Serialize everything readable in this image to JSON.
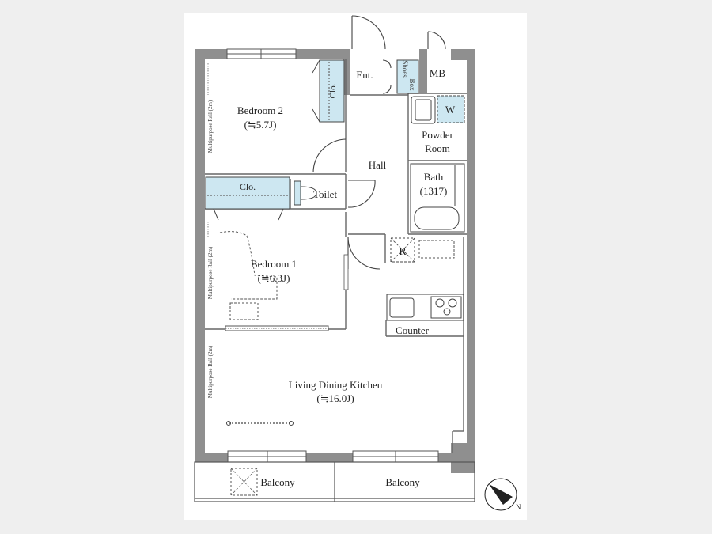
{
  "rooms": {
    "bedroom2": {
      "name": "Bedroom 2",
      "size": "(≒5.7J)"
    },
    "bedroom1": {
      "name": "Bedroom 1",
      "size": "(≒6.3J)"
    },
    "ldk": {
      "name": "Living Dining Kitchen",
      "size": "(≒16.0J)"
    },
    "hall": {
      "name": "Hall"
    },
    "entrance": {
      "name": "Ent."
    },
    "mb": {
      "name": "MB"
    },
    "shoes_box": {
      "line1": "Shoes",
      "line2": "Box"
    },
    "powder_room": {
      "line1": "Powder",
      "line2": "Room"
    },
    "washer": {
      "name": "W"
    },
    "bath": {
      "name": "Bath",
      "size": "(1317)"
    },
    "toilet": {
      "name": "Toilet"
    },
    "closet_b2": {
      "name": "Clo."
    },
    "closet_b1": {
      "name": "Clo."
    },
    "fridge": {
      "name": "R"
    },
    "counter": {
      "name": "Counter"
    },
    "balcony_left": {
      "name": "Balcony"
    },
    "balcony_right": {
      "name": "Balcony"
    }
  },
  "rails": {
    "b2": "Multipurpose Rail (2m)",
    "b1": "Multipurpose Rail (2m)",
    "ldk": "Multipurpose Rail (2m)"
  },
  "compass": {
    "letter": "N"
  },
  "colors": {
    "wall": "#8f8f8f",
    "closet": "#cde7f1",
    "background": "#efefef",
    "paper": "#ffffff"
  }
}
